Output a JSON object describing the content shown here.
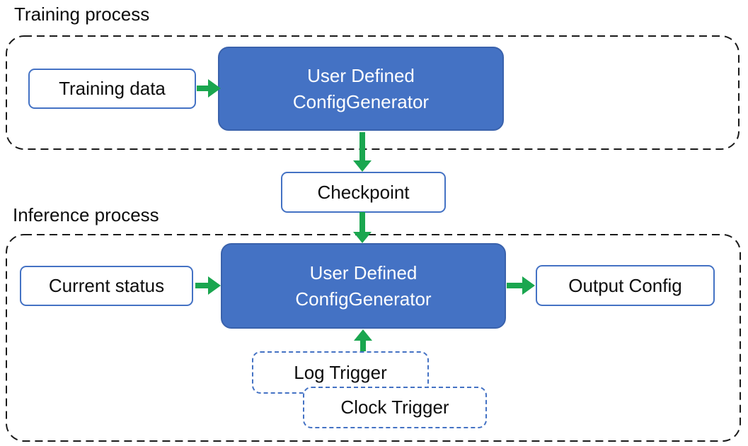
{
  "colors": {
    "node_fill": "#4472C4",
    "node_stroke": "#3A62AC",
    "light_box_stroke": "#4472C4",
    "trigger_stroke": "#4472C4",
    "arrow": "#1AA64F",
    "container_stroke": "#1A1A1A",
    "text_dark": "#0D0D0D",
    "text_light": "#FFFFFF"
  },
  "sections": {
    "training": {
      "label": "Training process"
    },
    "inference": {
      "label": "Inference process"
    }
  },
  "nodes": {
    "training_data": {
      "label": "Training data"
    },
    "generator": {
      "line1": "User Defined",
      "line2": "ConfigGenerator"
    },
    "checkpoint": {
      "label": "Checkpoint"
    },
    "current_status": {
      "label": "Current status"
    },
    "output_config": {
      "label": "Output Config"
    },
    "log_trigger": {
      "label": "Log Trigger"
    },
    "clock_trigger": {
      "label": "Clock Trigger"
    }
  },
  "edges": [
    {
      "from": "training_data",
      "to": "generator_training",
      "direction": "right"
    },
    {
      "from": "generator_training",
      "to": "checkpoint",
      "direction": "down"
    },
    {
      "from": "checkpoint",
      "to": "generator_inference",
      "direction": "down"
    },
    {
      "from": "current_status",
      "to": "generator_inference",
      "direction": "right"
    },
    {
      "from": "generator_inference",
      "to": "output_config",
      "direction": "right"
    },
    {
      "from": "log_trigger",
      "to": "generator_inference",
      "direction": "up"
    }
  ]
}
